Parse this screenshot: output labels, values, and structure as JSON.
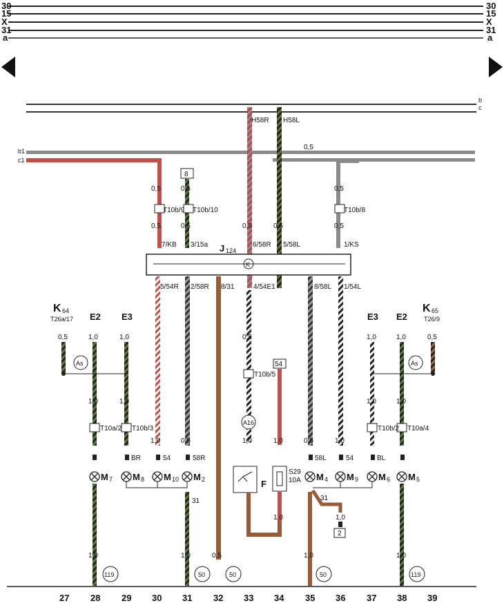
{
  "bus_lines": [
    {
      "label": "30"
    },
    {
      "label": "15"
    },
    {
      "label": "X"
    },
    {
      "label": "31"
    },
    {
      "label": "a"
    }
  ],
  "side_bus": {
    "b": "b",
    "c": "c",
    "b1": "b1",
    "c1": "c1"
  },
  "harness": {
    "left": "H58R",
    "right": "H58L"
  },
  "b1_size": "0,5",
  "connector8": "8",
  "connector2": "2",
  "connector54": "54",
  "module": {
    "name": "J",
    "sub": "124",
    "symbol": "K"
  },
  "top_pins": [
    {
      "size": "0,5",
      "conn": "T10b/9",
      "pin": "7/KB"
    },
    {
      "size": "0,5",
      "conn": "T10b/10",
      "pin": "3/15a"
    },
    {
      "size": "0,5",
      "conn": "",
      "pin": "6/58R"
    },
    {
      "size": "0,5",
      "conn": "",
      "pin": "5/58L"
    },
    {
      "size": "0,5",
      "conn": "T10b/8",
      "pin": "1/KS"
    }
  ],
  "bottom_pins": [
    "5/54R",
    "2/58R",
    "8/31",
    "4/54E1",
    "8/58L",
    "1/54L"
  ],
  "left_group": {
    "k": "K",
    "ksub": "64",
    "kconn": "T26a/17",
    "ksize": "0,5",
    "e2": "E2",
    "e3": "E3",
    "size": "1,0",
    "meter": "As",
    "conns": [
      "T10a/2",
      "T10b/3"
    ]
  },
  "right_group": {
    "k": "K",
    "ksub": "65",
    "kconn": "T26/9",
    "ksize": "0,5",
    "e2": "E2",
    "e3": "E3",
    "size": "1,0",
    "meter": "As",
    "conns": [
      "T10b/2",
      "T10a/4"
    ]
  },
  "mid_conn": "T10b/5",
  "a16": "A16",
  "lamps_left": [
    {
      "m": "M",
      "sub": "7"
    },
    {
      "m": "M",
      "sub": "8"
    },
    {
      "m": "M",
      "sub": "10"
    },
    {
      "m": "M",
      "sub": "2"
    }
  ],
  "lamps_right": [
    {
      "m": "M",
      "sub": "4"
    },
    {
      "m": "M",
      "sub": "9"
    },
    {
      "m": "M",
      "sub": "6"
    },
    {
      "m": "M",
      "sub": "5"
    }
  ],
  "lamp_labels": {
    "br": "BR",
    "54a": "54",
    "58r": "58R",
    "58l": "58L",
    "54b": "54",
    "bl": "BL",
    "31a": "31",
    "31b": "31"
  },
  "switch_f": "F",
  "fuse": {
    "name": "S29",
    "rating": "10A"
  },
  "sizes": {
    "s05": "0,5",
    "s10": "1,0"
  },
  "bottom_refs": [
    "119",
    "50",
    "50",
    "50",
    "119"
  ],
  "columns": [
    "27",
    "28",
    "29",
    "30",
    "31",
    "32",
    "33",
    "34",
    "35",
    "36",
    "37",
    "38",
    "39"
  ]
}
